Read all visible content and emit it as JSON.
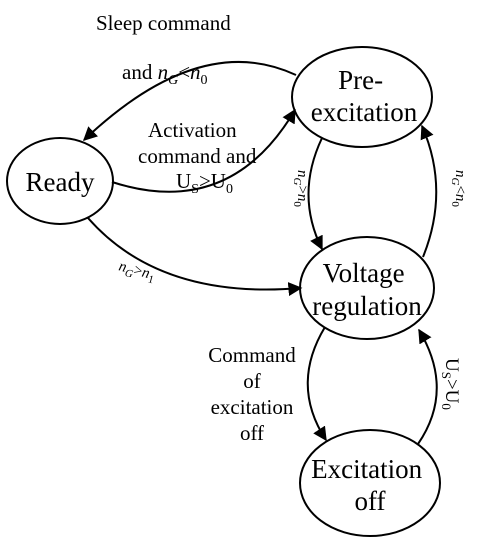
{
  "nodes": {
    "ready": {
      "label": "Ready"
    },
    "pre_excitation": {
      "lines": [
        "Pre-",
        "excitation"
      ]
    },
    "voltage_regulation": {
      "lines": [
        "Voltage",
        "regulation"
      ]
    },
    "excitation_off": {
      "lines": [
        "Excitation",
        "off"
      ]
    }
  },
  "edges": {
    "sleep": {
      "line1": "Sleep command",
      "line2": {
        "prefix": "and ",
        "var": "n",
        "sub": "G",
        "op": "<",
        "var2": "n",
        "sub2": "0"
      }
    },
    "activation": {
      "line1": "Activation",
      "line2": "command and",
      "line3": {
        "base": "U",
        "sub": "S",
        "op": ">U",
        "sub2": "0"
      }
    },
    "ready_to_voltage": {
      "var": "n",
      "sub": "G",
      "op": ">",
      "var2": "n",
      "sub2": "1"
    },
    "pre_to_voltage": {
      "var": "n",
      "sub": "G",
      "op": ">",
      "var2": "n",
      "sub2": "0"
    },
    "voltage_to_pre": {
      "var": "n",
      "sub": "G",
      "op": "<",
      "var2": "n",
      "sub2": "0"
    },
    "command_off": {
      "lines": [
        "Command",
        "of",
        "excitation",
        "off"
      ]
    },
    "us_u0": {
      "base": "U",
      "sub": "S",
      "op": ">U",
      "sub2": "0"
    }
  }
}
